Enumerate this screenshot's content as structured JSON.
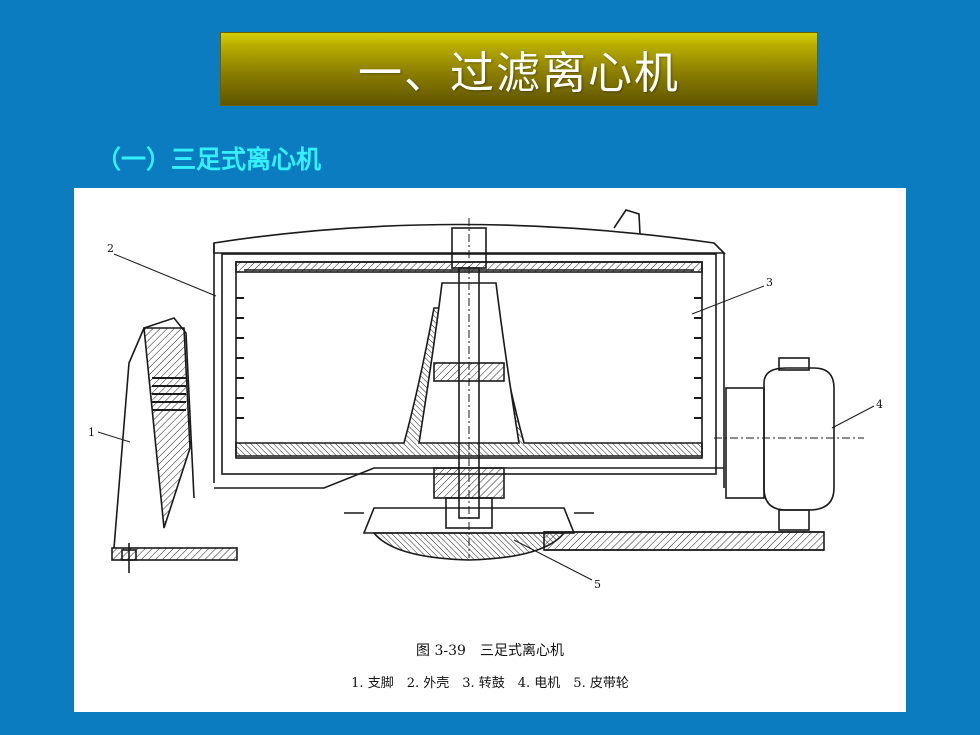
{
  "slide": {
    "title": "一、过滤离心机",
    "subtitle": "（一）三足式离心机"
  },
  "figure": {
    "caption_title": "图 3-39　三足式离心机",
    "legend": "1. 支脚　2. 外壳　3. 转鼓　4. 电机　5. 皮带轮",
    "callouts": [
      "1",
      "2",
      "3",
      "4",
      "5"
    ]
  },
  "colors": {
    "background": "#0a7cbf",
    "title_bar": "#a49a00",
    "subtitle": "#34f0ff",
    "panel": "#ffffff"
  }
}
